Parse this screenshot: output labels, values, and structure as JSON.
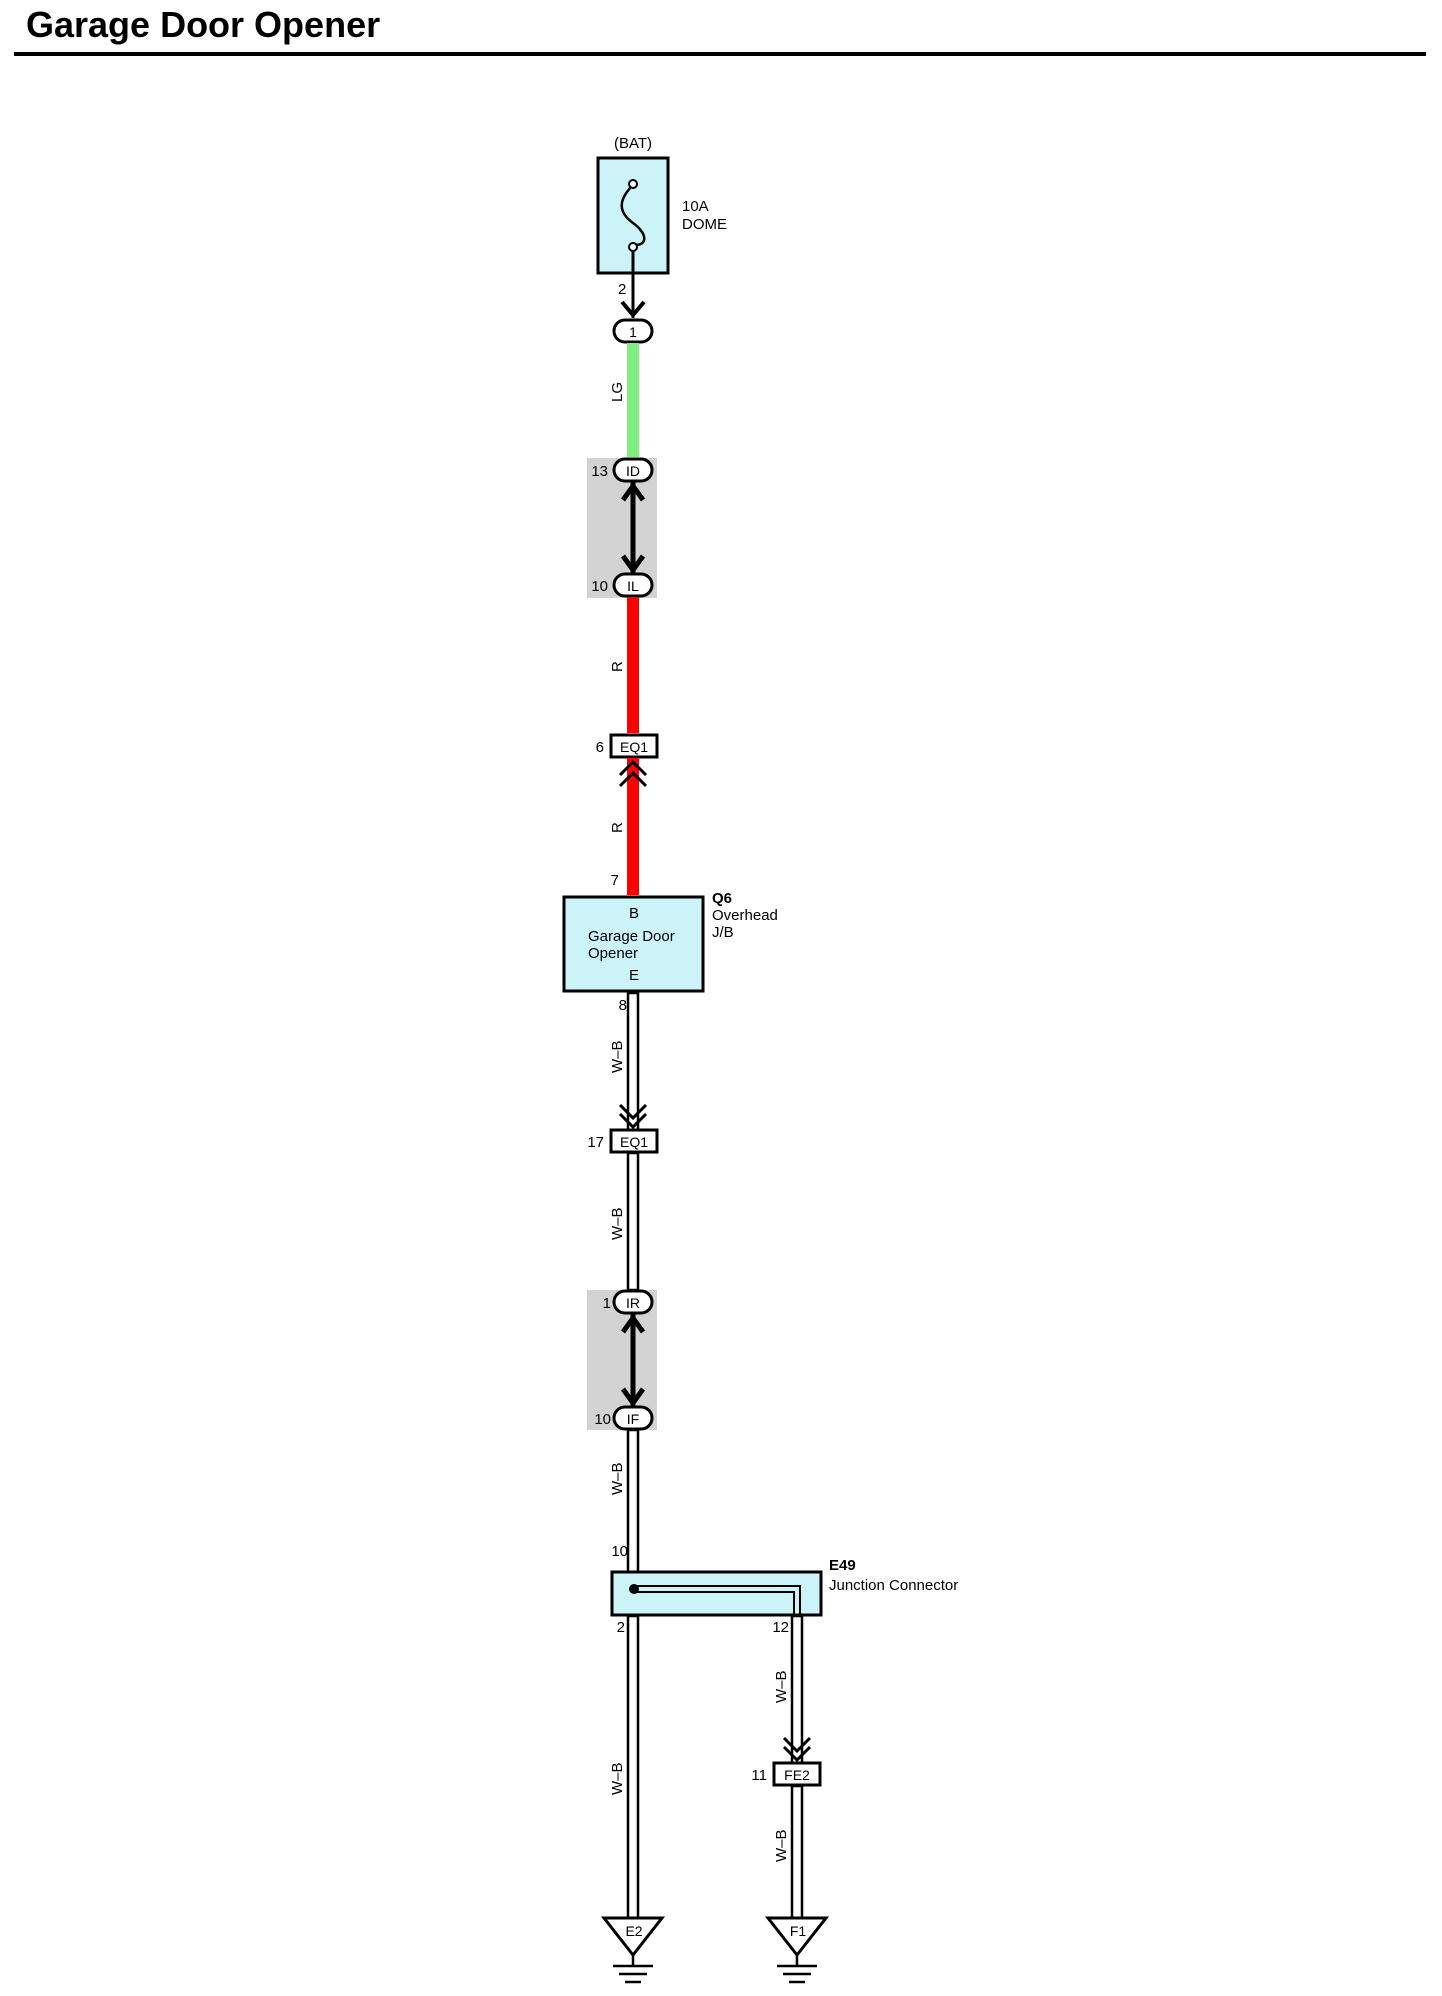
{
  "title": "Garage Door Opener",
  "colors": {
    "wire_lg": "#80ee80",
    "wire_r": "#ff0000",
    "wire_wb_fill": "#ffffff",
    "component_fill": "#ccf4f8",
    "splice_shade": "#d3d3d3"
  },
  "fuse": {
    "source": "(BAT)",
    "rating": "10A",
    "name": "DOME",
    "pin": "2"
  },
  "connectors": {
    "c1": "1",
    "id": {
      "code": "ID",
      "pin": "13"
    },
    "il": {
      "code": "IL",
      "pin": "10"
    },
    "eq1_top": {
      "code": "EQ1",
      "pin": "6"
    },
    "eq1_bottom": {
      "code": "EQ1",
      "pin": "17"
    },
    "ir": {
      "code": "IR",
      "pin": "1"
    },
    "if": {
      "code": "IF",
      "pin": "10"
    },
    "fe2": {
      "code": "FE2",
      "pin": "11"
    }
  },
  "wires": {
    "lg": "LG",
    "r1": "R",
    "r2": "R",
    "wb1": "W–B",
    "wb2": "W–B",
    "wb3": "W–B",
    "wb4": "W–B",
    "wb5": "W–B",
    "wb6": "W–B"
  },
  "garage_door_opener": {
    "id": "Q6",
    "location_line1": "Overhead",
    "location_line2": "J/B",
    "pin_top": "7",
    "pin_bottom": "8",
    "terminal_b": "B",
    "terminal_e": "E",
    "name_line1": "Garage Door",
    "name_line2": "Opener"
  },
  "junction": {
    "id": "E49",
    "name": "Junction Connector",
    "pin_in": "10",
    "pin_out_left": "2",
    "pin_out_right": "12"
  },
  "grounds": {
    "left": "E2",
    "right": "F1"
  }
}
